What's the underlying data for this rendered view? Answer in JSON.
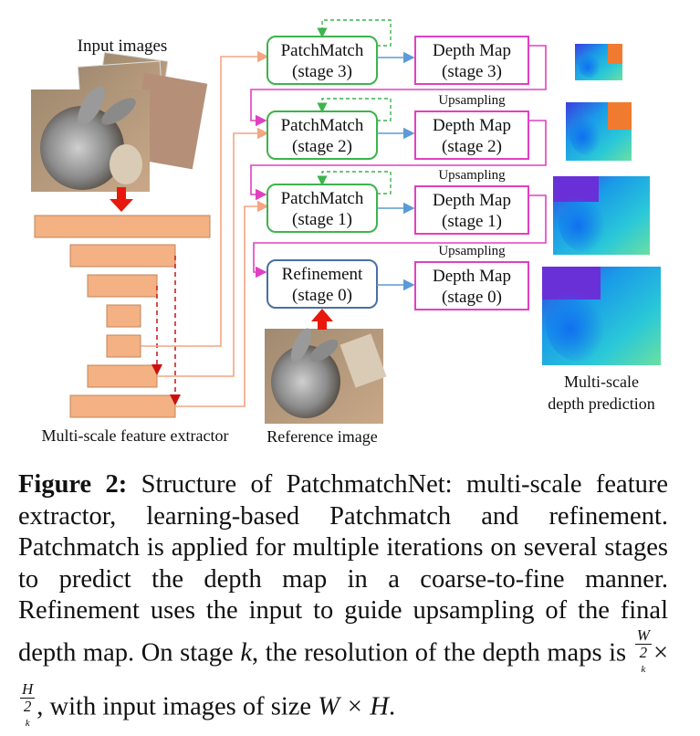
{
  "labels": {
    "input_images": "Input images",
    "reference_image": "Reference image",
    "feature_extractor": "Multi-scale feature extractor",
    "prediction_line1": "Multi-scale",
    "prediction_line2": "depth prediction",
    "upsampling": "Upsampling"
  },
  "stages": [
    {
      "block": "PatchMatch",
      "stage": "(stage 3)",
      "depth": "Depth Map",
      "depth_stage": "(stage 3)"
    },
    {
      "block": "PatchMatch",
      "stage": "(stage 2)",
      "depth": "Depth Map",
      "depth_stage": "(stage 2)"
    },
    {
      "block": "PatchMatch",
      "stage": "(stage 1)",
      "depth": "Depth Map",
      "depth_stage": "(stage 1)"
    },
    {
      "block": "Refinement",
      "stage": "(stage 0)",
      "depth": "Depth Map",
      "depth_stage": "(stage 0)"
    }
  ],
  "caption": {
    "label": "Figure 2:",
    "text": "Structure of PatchmatchNet: multi-scale feature extractor, learning-based Patchmatch and refinement. Patchmatch is applied for multiple iterations on several stages to predict the depth map in a coarse-to-fine manner. Refinement uses the input to guide upsampling of the final depth map. On stage",
    "var_k": "k",
    "text2": ", the resolution of the depth maps is",
    "frac1_num": "W",
    "frac1_den": "2",
    "frac1_exp": "k",
    "times": "×",
    "frac2_num": "H",
    "frac2_den": "2",
    "frac2_exp": "k",
    "text3": ", with input images of size",
    "size_expr": "W × H",
    "text4": "."
  },
  "colors": {
    "feature_block": "#f4b183",
    "orange_line": "#f4a582",
    "green": "#3cb44b",
    "blue_box": "#4a6fa5",
    "magenta": "#e040c0",
    "red_arrow": "#e8180c",
    "blue_arrow": "#5b9bd5",
    "dashed_red": "#cc1010"
  }
}
